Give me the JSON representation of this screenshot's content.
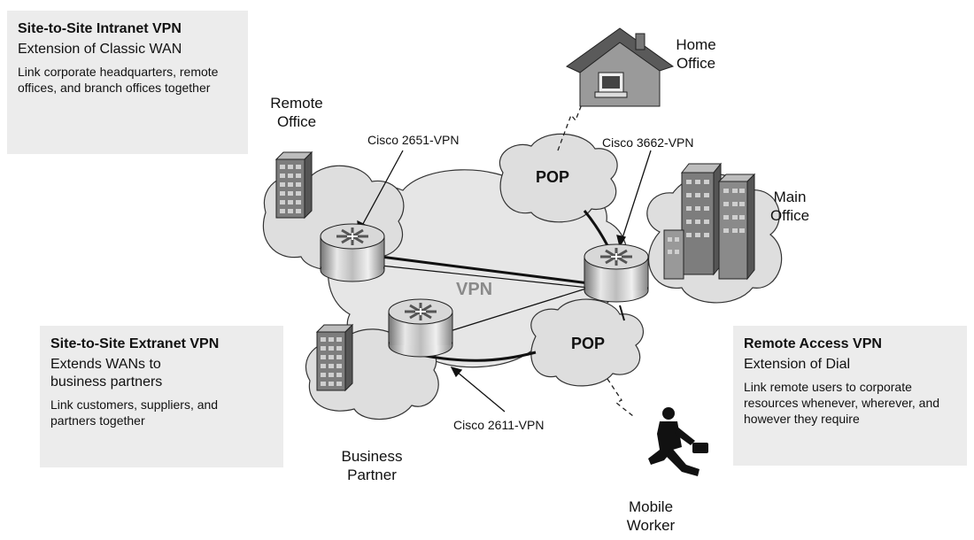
{
  "boxes": {
    "intranet": {
      "title": "Site-to-Site Intranet VPN",
      "subtitle": "Extension of Classic WAN",
      "desc": "Link corporate headquarters, remote offices, and branch offices together"
    },
    "extranet": {
      "title": "Site-to-Site Extranet VPN",
      "subtitle": "Extends WANs to business partners",
      "desc": "Link customers, suppliers, and partners together"
    },
    "remote": {
      "title": "Remote Access VPN",
      "subtitle": "Extension of Dial",
      "desc": "Link remote users to corporate resources whenever, wherever, and however they require"
    }
  },
  "sites": {
    "home_office": "Home Office",
    "remote_office": "Remote Office",
    "main_office": "Main Office",
    "business_partner": "Business Partner",
    "mobile_worker": "Mobile Worker"
  },
  "routers": {
    "r2651": "Cisco 2651-VPN",
    "r3662": "Cisco 3662-VPN",
    "r2611": "Cisco 2611-VPN"
  },
  "network": {
    "pop_top": "POP",
    "pop_bottom": "POP",
    "vpn": "VPN"
  },
  "colors": {
    "box_bg": "#ececec",
    "cloud_fill": "#e2e2e2",
    "cloud_stroke": "#333333",
    "vpn_label": "#8a8a8a"
  }
}
